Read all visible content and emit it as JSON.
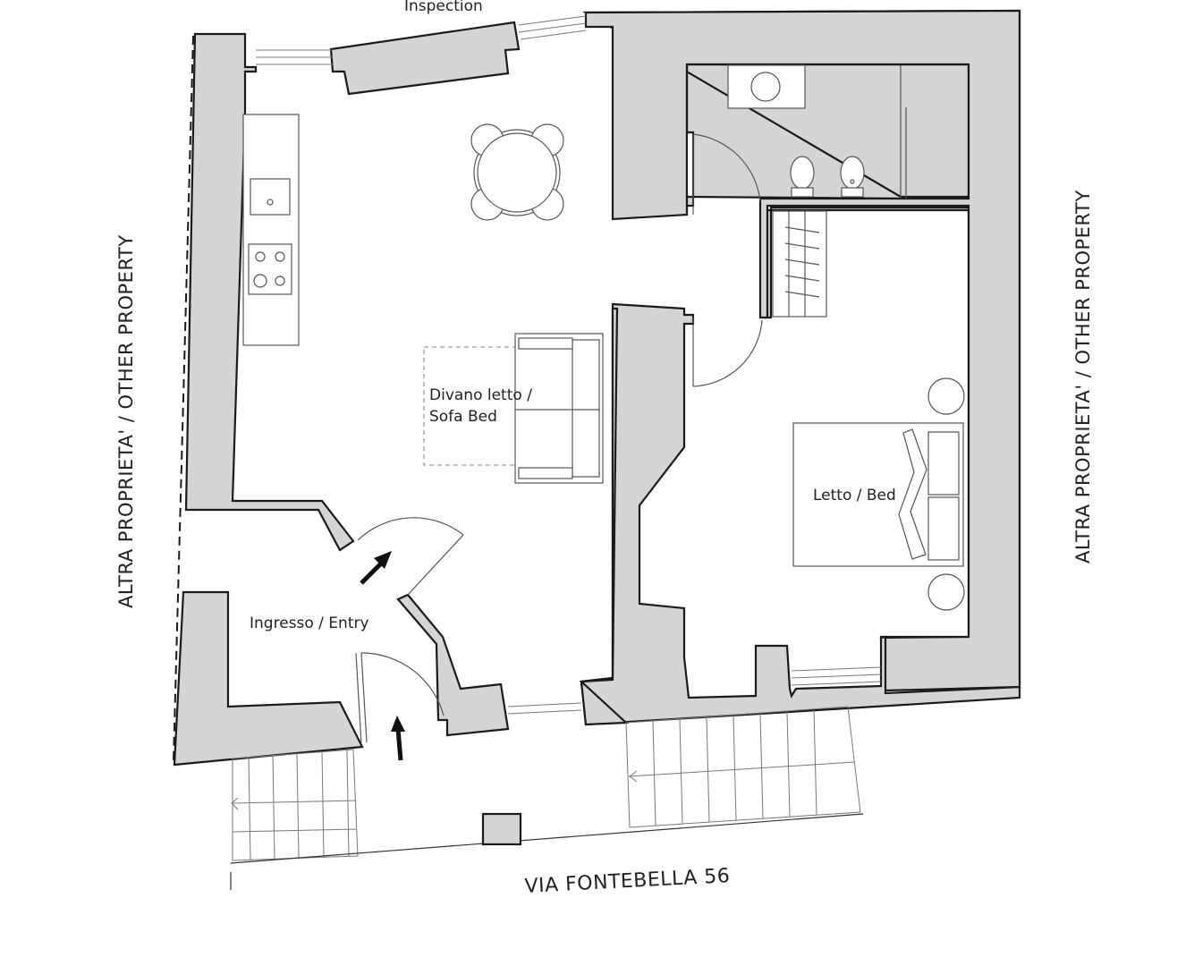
{
  "labels": {
    "top_partial": "Inspection",
    "left_side": "ALTRA PROPRIETA' / OTHER PROPERTY",
    "right_side": "ALTRA PROPRIETA' / OTHER PROPERTY",
    "sofa_line1": "Divano letto /",
    "sofa_line2": "Sofa Bed",
    "bed": "Letto / Bed",
    "entry": "Ingresso / Entry",
    "street": "VIA FONTEBELLA 56"
  },
  "colors": {
    "wall_fill": "#d4d4d4",
    "line": "#1a1a1a"
  }
}
